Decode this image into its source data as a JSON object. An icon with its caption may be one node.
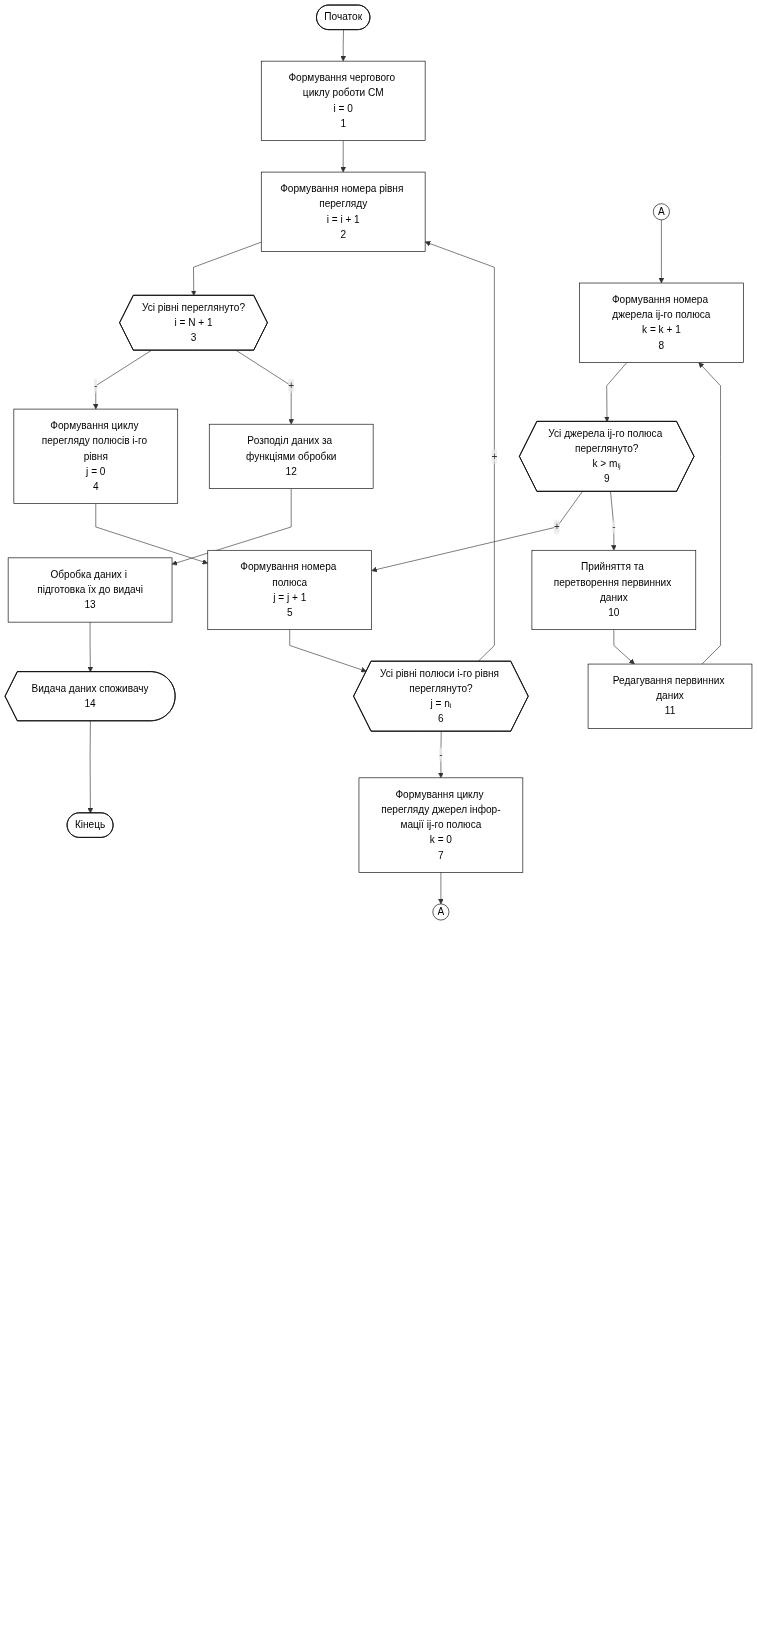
{
  "diagram": {
    "nodes": [
      {
        "text": [
          "Початок"
        ]
      },
      {
        "text": [
          "Формування чергового циклу роботи СМ",
          "i = 0",
          "1"
        ]
      },
      {
        "text": [
          "Формування номера рівня перегляду",
          "i = i + 1",
          "2"
        ]
      },
      {
        "text": [
          "Усі рівні переглянуто?",
          "i = N + 1",
          "3"
        ]
      },
      {
        "text": [
          "Формування циклу перегляду полюсів і-го рівня",
          "j = 0",
          "4"
        ]
      },
      {
        "text": [
          "Формування номера полюса",
          "j = j + 1",
          "5"
        ]
      },
      {
        "text": [
          "Усі рівні полюси і-го рівня переглянуто?",
          "j = nᵢ",
          "6"
        ]
      },
      {
        "text": [
          "Формування циклу перегляду джерел інфор-мації іј-го полюса",
          "k = 0",
          "7"
        ]
      },
      {
        "text": [
          "А"
        ]
      },
      {
        "text": [
          "А"
        ]
      },
      {
        "text": [
          "Формування номера джерела іј-го полюса",
          "k = k + 1",
          "8"
        ]
      },
      {
        "text": [
          "Усі джерела іј-го полюса переглянуто?",
          "k > mᵢⱼ",
          "9"
        ]
      },
      {
        "text": [
          "Прийняття та перетворення первинних даних",
          "10"
        ]
      },
      {
        "text": [
          "Редагування первинних даних",
          "11"
        ]
      },
      {
        "text": [
          "Розподіл даних за функціями обробки",
          "12"
        ]
      },
      {
        "text": [
          "Обробка даних і підготовка їх до видачі",
          "13"
        ]
      },
      {
        "text": [
          "Видача даних споживачу",
          "14"
        ]
      },
      {
        "text": [
          "Кінець"
        ]
      }
    ],
    "edges": [
      {
        "from": 0,
        "to": 1,
        "arrow": "to"
      },
      {
        "from": 1,
        "to": 2,
        "arrow": "to"
      },
      {
        "from": 2,
        "to": 3,
        "arrow": "to"
      },
      {
        "from": 3,
        "to": 4,
        "arrow": "to",
        "label": "-"
      },
      {
        "from": 3,
        "to": 14,
        "arrow": "to",
        "label": "+"
      },
      {
        "from": 4,
        "to": 5,
        "arrow": "to"
      },
      {
        "from": 5,
        "to": 6,
        "arrow": "to"
      },
      {
        "from": 6,
        "to": 2,
        "arrow": "to",
        "label": "+"
      },
      {
        "from": 6,
        "to": 7,
        "arrow": "to",
        "label": "-"
      },
      {
        "from": 7,
        "to": 8,
        "arrow": "to"
      },
      {
        "from": 9,
        "to": 10,
        "arrow": "to"
      },
      {
        "from": 10,
        "to": 11,
        "arrow": "to"
      },
      {
        "from": 11,
        "to": 5,
        "arrow": "to",
        "label": "+"
      },
      {
        "from": 11,
        "to": 12,
        "arrow": "to",
        "label": "-"
      },
      {
        "from": 12,
        "to": 13,
        "arrow": "to"
      },
      {
        "from": 13,
        "to": 10,
        "arrow": "to"
      },
      {
        "from": 14,
        "to": 15,
        "arrow": "to"
      },
      {
        "from": 15,
        "to": 16,
        "arrow": "to"
      },
      {
        "from": 16,
        "to": 17,
        "arrow": "to"
      }
    ]
  }
}
